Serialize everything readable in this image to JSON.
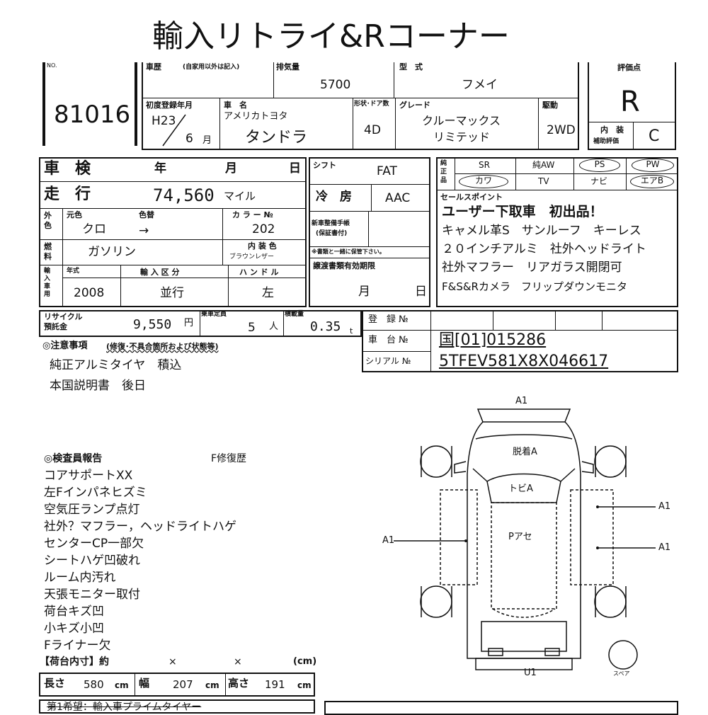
{
  "title": "輸入リトライ&Rコーナー",
  "header": {
    "no_label": "NO.",
    "lot_no": "81016",
    "history_label": "車歴",
    "history_note": "(自家用以外は記入)",
    "displacement_label": "排気量",
    "displacement": "5700",
    "model_type_label": "型　式",
    "model_type": "フメイ",
    "score_label": "評価点",
    "score": "R",
    "first_reg_label": "初度登録年月",
    "first_reg_year": "H23",
    "first_reg_month": "6",
    "month_unit": "月",
    "car_name_label": "車　名",
    "maker": "アメリカトヨタ",
    "car_name": "タンドラ",
    "shape_label": "形状･ドア数",
    "shape": "4D",
    "grade_label": "グレード",
    "grade_line1": "クルーマックス",
    "grade_line2": "リミテッド",
    "drive_label": "駆動",
    "drive": "2WD",
    "interior_label1": "内　装",
    "interior_label2": "補助評価",
    "interior": "C"
  },
  "left": {
    "shaken_label": "車　検",
    "year_unit": "年",
    "month_unit": "月",
    "day_unit": "日",
    "mileage_label": "走　行",
    "mileage": "74,560",
    "mileage_unit": "マイル",
    "ext_color_label": "外色",
    "orig_color_label": "元色",
    "orig_color": "クロ",
    "repaint_label": "色替",
    "repaint": "→",
    "color_no_label": "カ ラ ー №",
    "color_no": "202",
    "fuel_label": "燃料",
    "fuel": "ガソリン",
    "int_color_label": "内 装 色",
    "int_color_hint": "ブラウンレザー",
    "import_label": "輸入車用",
    "year_model_label": "年式",
    "year_model": "2008",
    "import_type_label": "輸 入 区 分",
    "import_type": "並行",
    "handle_label": "ハ ン ド ル",
    "handle": "左"
  },
  "mid": {
    "shift_label": "シフト",
    "shift": "FAT",
    "ac_label": "冷　房",
    "ac": "AAC",
    "maint_label1": "新車整備手帳",
    "maint_label2": "(保証書付)",
    "maint_note": "※書類と一緒に保管下さい。",
    "transfer_label": "譲渡書類有効期限",
    "transfer_month": "月",
    "transfer_day": "日"
  },
  "equipment": {
    "label": "純正品",
    "items": [
      "SR",
      "純AW",
      "PS",
      "PW",
      "カワ",
      "TV",
      "ナビ",
      "エアB"
    ]
  },
  "sales": {
    "label": "セールスポイント",
    "line1": "ユーザー下取車　初出品！",
    "line2": "キャメル革S　サンルーフ　キーレス",
    "line3": "２０インチアルミ　社外ヘッドライト",
    "line4": "社外マフラー　リアガラス開閉可",
    "line5": "F&S&Rカメラ　フリップダウンモニタ"
  },
  "recycle": {
    "label1": "リサイクル",
    "label2": "預託金",
    "amount": "9,550",
    "yen": "円",
    "capacity_label": "乗車定員",
    "capacity": "5",
    "capacity_unit": "人",
    "load_label": "積載量",
    "load": "0.35",
    "load_unit": "t"
  },
  "registry": {
    "reg_label": "登　録 №",
    "chassis_label": "車　台 №",
    "chassis": "国[01]015286",
    "serial_label": "シリアル №",
    "serial": "5TFEV581X8X046617"
  },
  "notes": {
    "heading": "◎注意事項",
    "heading_sub": "(修復･不具合箇所および状態等)",
    "line1": "純正アルミタイヤ　積込",
    "line2": "本国説明書　後日"
  },
  "inspector": {
    "heading": "◎検査員報告",
    "repair": "F修復歴",
    "lines": [
      "コアサポートXX",
      "左Fインパネヒズミ",
      "空気圧ランプ点灯",
      "社外？マフラー，ヘッドライトハゲ",
      "センターCP一部欠",
      "シートハゲ凹破れ",
      "ルーム内汚れ",
      "天張モニター取付",
      "荷台キズ凹",
      "小キズ小凹",
      "Fライナー欠"
    ]
  },
  "bed": {
    "heading": "【荷台内寸】約",
    "x1": "×",
    "x2": "×",
    "unit_label": "(cm)",
    "length_label": "長さ",
    "length": "580",
    "width_label": "幅",
    "width": "207",
    "height_label": "高さ",
    "height": "191",
    "cm": "cm"
  },
  "footer": {
    "hope": "第1希望：輸入車プライムタイヤー"
  },
  "diagram": {
    "top": "A1",
    "hood": "脱着A",
    "windshield": "トビA",
    "roof": "Pアセ",
    "left": "A1",
    "right1": "A1",
    "right2": "A1",
    "bottom": "U1",
    "spare": "スペア"
  }
}
